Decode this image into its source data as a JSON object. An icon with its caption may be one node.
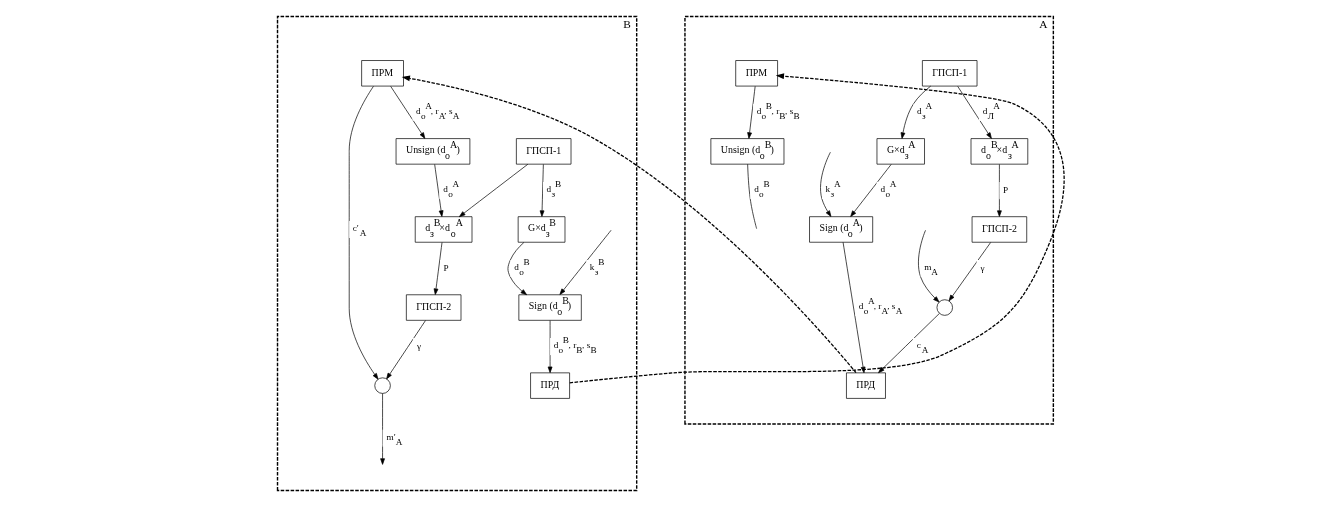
{
  "diagram": {
    "nodes": [
      {
        "text": [
          "A"
        ]
      },
      {
        "text": [
          "Unsign (d$_{о}$$^{B}$)"
        ],
        "in": 0
      },
      {
        "text": [
          "ГПСП-1"
        ],
        "in": 0
      },
      {
        "text": [
          "G×d$_{з}$$^{A}$"
        ],
        "in": 0
      },
      {
        "text": [
          "Sign (d$_{о}$$^{A}$)"
        ],
        "in": 0
      },
      {
        "text": [
          "ПРМ"
        ],
        "in": 0
      },
      {
        "text": [
          "ПРД"
        ],
        "in": 0
      },
      {
        "text": [
          "d$_{о}$$^{B}$×d$_{з}$$^{A}$"
        ],
        "in": 0
      },
      {
        "text": [
          "ГПСП-2"
        ],
        "in": 0
      },
      {
        "text": [],
        "shape": "circle",
        "in": 0
      },
      {
        "text": [
          "B"
        ]
      },
      {
        "text": [
          "Unsign (d$_{о}$$^{A}$)"
        ],
        "in": 10
      },
      {
        "text": [
          "Sign (d$_{о}$$^{B}$)"
        ],
        "in": 10
      },
      {
        "text": [
          "G×d$_{з}$$^{B}$"
        ],
        "in": 10
      },
      {
        "text": [
          "ГПСП-1"
        ],
        "in": 10
      },
      {
        "text": [
          "ПРД"
        ],
        "in": 10
      },
      {
        "text": [
          "ПРМ"
        ],
        "in": 10
      },
      {
        "text": [
          "d$_{з}$$^{B}$×d$_{о}$$^{A}$"
        ],
        "in": 10
      },
      {
        "text": [
          "ГПСП-2"
        ],
        "in": 10
      },
      {
        "text": [],
        "shape": "circle",
        "in": 10
      }
    ],
    "edges": [
      {
        "from": 1,
        "to": null,
        "arrow": "none",
        "label": "d$_{о}$$^{B}$"
      },
      {
        "from": 5,
        "to": 1,
        "arrow": "to",
        "label": "d$_{о}$$^{B}$, r$_{B}$, s$_{B}$"
      },
      {
        "from": 2,
        "to": 3,
        "arrow": "to",
        "label": "d$_{з}$$^{A}$"
      },
      {
        "from": 2,
        "to": 7,
        "arrow": "to",
        "label": "d$_{Л}$$^{A}$"
      },
      {
        "from": 3,
        "to": 4,
        "arrow": "to",
        "label": "d$_{о}$$^{A}$"
      },
      {
        "from": null,
        "to": 4,
        "arrow": "to",
        "label": "k$_{з}$$^{A}$"
      },
      {
        "from": 4,
        "to": 6,
        "arrow": "to",
        "label": "d$_{о}$$^{A}$, r$_{A}$, s$_{A}$"
      },
      {
        "from": 7,
        "to": 8,
        "arrow": "to",
        "label": "P"
      },
      {
        "from": 8,
        "to": 9,
        "arrow": "to",
        "label": "γ"
      },
      {
        "from": null,
        "to": 9,
        "arrow": "to",
        "label": "m$_{A}$"
      },
      {
        "from": 9,
        "to": 6,
        "arrow": "to",
        "label": "c$_{A}$"
      },
      {
        "from": 6,
        "to": 16,
        "arrow": "to",
        "style": "dashed"
      },
      {
        "from": 15,
        "to": 5,
        "arrow": "to",
        "style": "dashed"
      },
      {
        "from": 16,
        "to": 11,
        "arrow": "to",
        "label": "d$_{о}$$^{A}$, r$_{A}$, s$_{A}$"
      },
      {
        "from": 11,
        "to": 17,
        "arrow": "to",
        "label": "d$_{о}$$^{A}$"
      },
      {
        "from": null,
        "to": 12,
        "arrow": "to",
        "label": "k$_{з}$$^{B}$"
      },
      {
        "from": 14,
        "to": 13,
        "arrow": "to",
        "label": "d$_{з}$$^{B}$"
      },
      {
        "from": 13,
        "to": 12,
        "arrow": "to",
        "label": "d$_{о}$$^{B}$"
      },
      {
        "from": 14,
        "to": 17,
        "arrow": "to"
      },
      {
        "from": 12,
        "to": 15,
        "arrow": "to",
        "label": "d$_{о}$$^{B}$, r$_{B}$, s$_{B}$"
      },
      {
        "from": 17,
        "to": 18,
        "arrow": "to",
        "label": "P"
      },
      {
        "from": 18,
        "to": 19,
        "arrow": "to",
        "label": "γ"
      },
      {
        "from": 16,
        "to": 19,
        "arrow": "to",
        "label": "c′$_{A}$"
      },
      {
        "from": 19,
        "to": null,
        "arrow": "to",
        "label": "m′$_{A}$"
      }
    ]
  }
}
